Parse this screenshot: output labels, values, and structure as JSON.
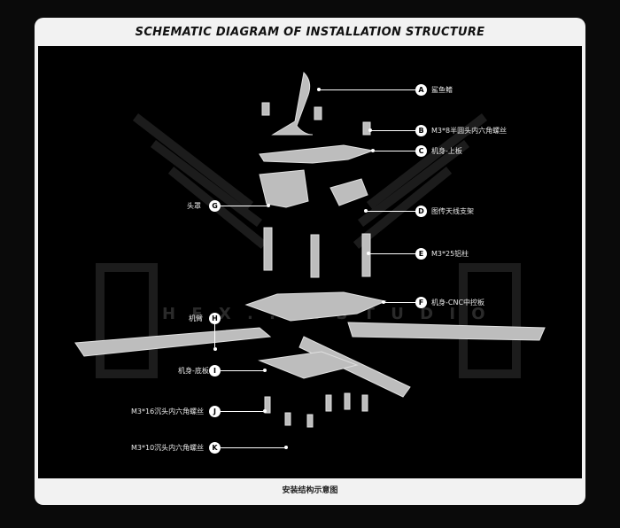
{
  "header": {
    "title": "SCHEMATIC DIAGRAM OF INSTALLATION STRUCTURE"
  },
  "watermark": {
    "text": "H E X . . . . S T U D I O"
  },
  "callouts": [
    {
      "letter": "A",
      "label": "鲨鱼鳍"
    },
    {
      "letter": "B",
      "label": "M3*8半圆头内六角螺丝"
    },
    {
      "letter": "C",
      "label": "机身-上板"
    },
    {
      "letter": "D",
      "label": "图传天线支架"
    },
    {
      "letter": "E",
      "label": "M3*25铝柱"
    },
    {
      "letter": "F",
      "label": "机身-CNC中控板"
    },
    {
      "letter": "G",
      "label": "头罩"
    },
    {
      "letter": "H",
      "label": "机臂"
    },
    {
      "letter": "I",
      "label": "机身-底板"
    },
    {
      "letter": "J",
      "label": "M3*16沉头内六角螺丝"
    },
    {
      "letter": "K",
      "label": "M3*10沉头内六角螺丝"
    }
  ],
  "footer": {
    "caption": "安装结构示意图"
  },
  "colors": {
    "background": "#000000",
    "frame": "#f2f2f2",
    "line": "#ffffff"
  }
}
